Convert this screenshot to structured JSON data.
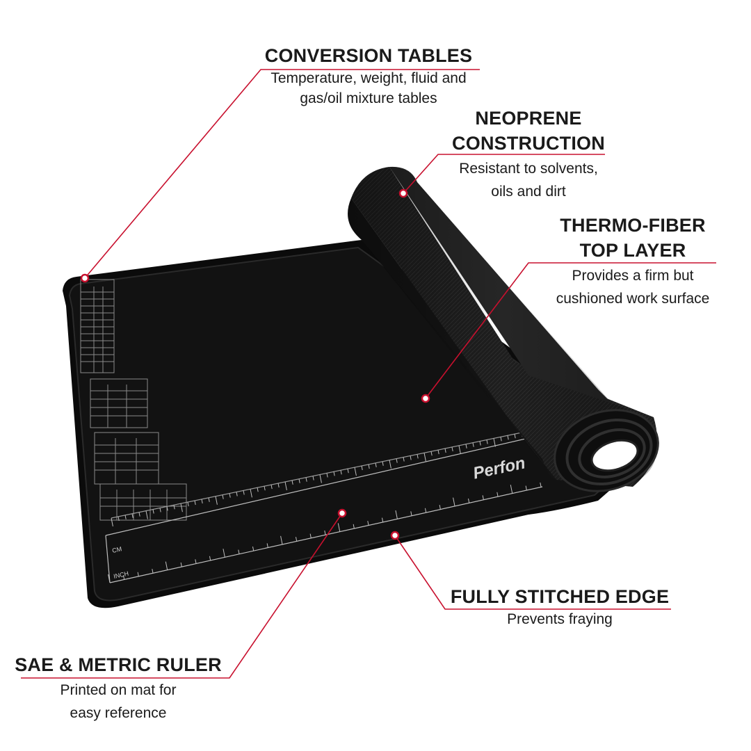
{
  "callouts": {
    "conversion": {
      "title": "CONVERSION TABLES",
      "desc_line1": "Temperature, weight, fluid and",
      "desc_line2": "gas/oil mixture tables"
    },
    "neoprene": {
      "title_line1": "NEOPRENE",
      "title_line2": "CONSTRUCTION",
      "desc_line1": "Resistant to solvents,",
      "desc_line2": "oils and dirt"
    },
    "thermo": {
      "title_line1": "THERMO-FIBER",
      "title_line2": "TOP LAYER",
      "desc_line1": "Provides a firm but",
      "desc_line2": "cushioned work surface"
    },
    "stitched": {
      "title": "FULLY STITCHED EDGE",
      "desc": "Prevents fraying"
    },
    "ruler": {
      "title": "SAE & METRIC RULER",
      "desc_line1": "Printed on mat for",
      "desc_line2": "easy reference"
    }
  },
  "mat": {
    "brand_text": "Perfon",
    "ruler_cm_label": "CM",
    "ruler_inch_label": "INCH"
  },
  "colors": {
    "accent_line": "#c8102e",
    "mat_black": "#0d0d0d",
    "text": "#1a1a1a"
  }
}
